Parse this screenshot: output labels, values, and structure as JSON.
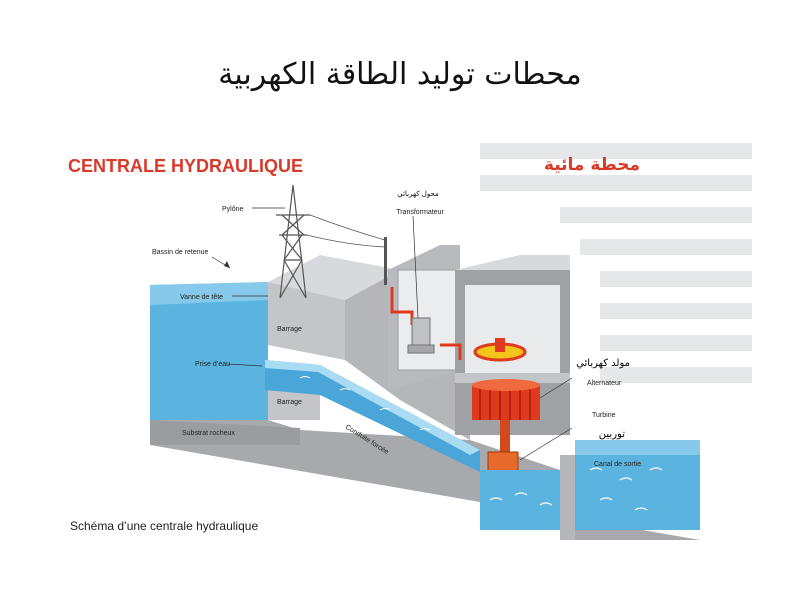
{
  "title": "محطات توليد الطاقة الكهربية",
  "heading_fr": "CENTRALE HYDRAULIQUE",
  "heading_ar": "محطة مائية",
  "caption": "Schéma d’une centrale hydraulique",
  "labels": {
    "pylone": "Pylône",
    "bassin": "Bassin de retenue",
    "vanne": "Vanne de tête",
    "barrage_top": "Barrage",
    "prise": "Prise d’eau",
    "barrage_bottom": "Barrage",
    "substrat": "Substrat rocheux",
    "conduite": "Conduite forcée",
    "transfo_ar": "محول كهربائي",
    "transfo_fr": "Transformateur",
    "alternateur_ar": "مولد كهربائي",
    "alternateur_fr": "Alternateur",
    "turbine_fr": "Turbine",
    "turbine_ar": "توربين",
    "canal": "Canal de sortie"
  },
  "colors": {
    "water": "#5bb4e0",
    "water_light": "#a9dbf2",
    "concrete": "#c9cbce",
    "concrete_dark": "#8f9296",
    "red": "#e03a1e",
    "heading_red": "#d83a2a",
    "stripe": "#e4e5e7"
  }
}
